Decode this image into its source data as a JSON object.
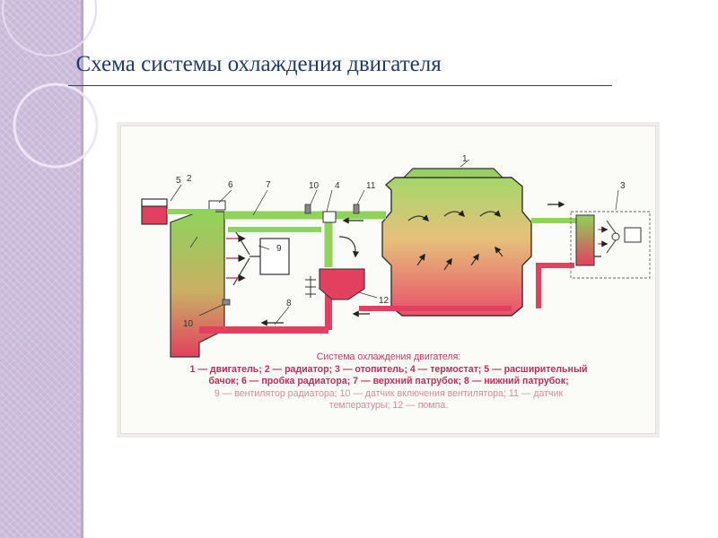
{
  "slide": {
    "title": "  Схема системы охлаждения двигателя"
  },
  "diagram": {
    "labels": {
      "engine": "1",
      "radiator": "2",
      "heater": "3",
      "thermostat": "4",
      "expansion_tank": "5",
      "radiator_cap": "6",
      "upper_hose": "7",
      "lower_hose": "8",
      "radiator_fan": "9",
      "fan_switch_sensor": "10",
      "fan_switch_sensor_top": "10",
      "temp_sensor": "11",
      "pump": "12"
    },
    "caption": {
      "title": "Система охлаждения двигателя:",
      "line1": "1 — двигатель; 2 — радиатор; 3 — отопитель; 4 — термостат; 5 — расширительный",
      "line2": "бачок; 6 — пробка радиатора; 7 — верхний патрубок; 8 — нижний патрубок;",
      "line3": "9 — вентилятор радиатора; 10 — датчик включения вентилятора; 11 — датчик",
      "line4": "температуры; 12 — помпа."
    },
    "colors": {
      "hot": "#e2405e",
      "cool": "#8fd35a",
      "title": "#1f3a72",
      "side_band": "#c9b8d8"
    }
  }
}
